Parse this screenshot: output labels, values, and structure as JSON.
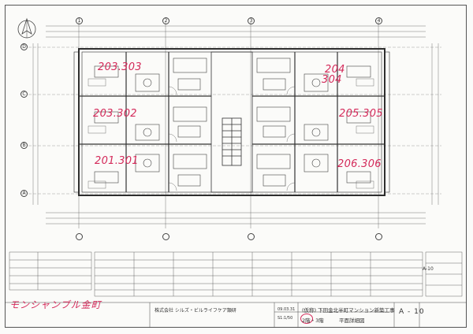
{
  "units": {
    "top_left": "203.303",
    "mid_left": "203.302",
    "bottom_left": "201.301",
    "top_right_a": "204",
    "top_right_b": "304",
    "mid_right": "205.305",
    "bottom_right": "206.306"
  },
  "stamp": "モンシャンブル金町",
  "title_block": {
    "company": "株式会社 シルズ・ビルライフケア類研",
    "project": "(仮称) 下田金北半町マンション新築工事",
    "floor": "2階・3階",
    "drawing": "平面詳細図",
    "scale": "S1:1/50",
    "date": "09.03.31",
    "sheet": "A - 10",
    "code": "A-10"
  },
  "axis": {
    "cols": [
      "1",
      "2",
      "3",
      "4"
    ],
    "rows": [
      "A",
      "B",
      "C",
      "D"
    ]
  },
  "colors": {
    "annotation": "#d42a5a",
    "linework": "#3a3a3a"
  }
}
